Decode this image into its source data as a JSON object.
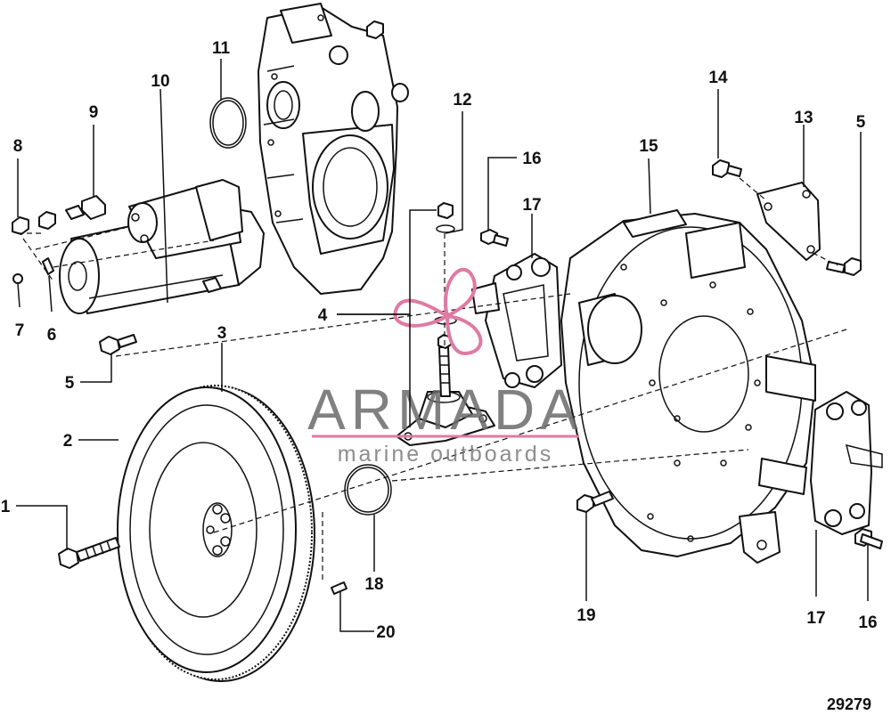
{
  "diagram": {
    "reference_number": "29279",
    "callouts": [
      {
        "id": "c1",
        "label": "1"
      },
      {
        "id": "c2",
        "label": "2"
      },
      {
        "id": "c3",
        "label": "3"
      },
      {
        "id": "c4",
        "label": "4"
      },
      {
        "id": "c5a",
        "label": "5"
      },
      {
        "id": "c5b",
        "label": "5"
      },
      {
        "id": "c6",
        "label": "6"
      },
      {
        "id": "c7",
        "label": "7"
      },
      {
        "id": "c8",
        "label": "8"
      },
      {
        "id": "c9",
        "label": "9"
      },
      {
        "id": "c10",
        "label": "10"
      },
      {
        "id": "c11",
        "label": "11"
      },
      {
        "id": "c12",
        "label": "12"
      },
      {
        "id": "c13",
        "label": "13"
      },
      {
        "id": "c14",
        "label": "14"
      },
      {
        "id": "c15",
        "label": "15"
      },
      {
        "id": "c16a",
        "label": "16"
      },
      {
        "id": "c16b",
        "label": "16"
      },
      {
        "id": "c17a",
        "label": "17"
      },
      {
        "id": "c17b",
        "label": "17"
      },
      {
        "id": "c18",
        "label": "18"
      },
      {
        "id": "c19",
        "label": "19"
      },
      {
        "id": "c20",
        "label": "20"
      }
    ]
  },
  "watermark": {
    "brand": "ARMADA",
    "tagline": "marine outboards",
    "accent_color": "#e07aa3",
    "text_color": "#6b6b6b"
  }
}
